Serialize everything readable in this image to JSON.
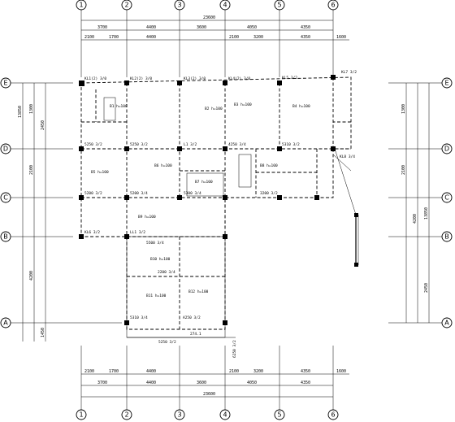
{
  "drawing": {
    "axes_h": [
      "1",
      "2",
      "3",
      "4",
      "5",
      "6"
    ],
    "axes_v": [
      "E",
      "D",
      "C",
      "B",
      "A"
    ],
    "dims_top_total": "23600",
    "dims_top_row1": [
      "3700",
      "4400",
      "3600",
      "4050",
      "4350"
    ],
    "dims_top_row2": [
      "2100",
      "1700",
      "4400",
      "2100",
      "3200",
      "4350",
      "1600"
    ],
    "dims_bot_total": "23600",
    "dims_bot_row1": [
      "3700",
      "4400",
      "3600",
      "4050",
      "4350"
    ],
    "dims_bot_row2": [
      "2100",
      "1700",
      "4400",
      "2100",
      "3200",
      "4350",
      "1600"
    ],
    "dims_left": [
      "1300",
      "2100",
      "4200",
      "2450",
      "1450"
    ],
    "dims_left_total": "13850",
    "dims_right": [
      "1300",
      "2100",
      "4200",
      "2450"
    ],
    "dims_right_total": "13850",
    "beam_labels": [
      "KL1(2) 3/0",
      "KL2(2) 3/0",
      "KL3(2) 3/0",
      "KL4(2) 3/0",
      "KL5 3/2",
      "5250 3/2",
      "5250 3/2",
      "L1 3/2",
      "4250 3/4",
      "5310 3/2",
      "5200 3/2",
      "5200 3/4",
      "5300 3/4",
      "3200 3/2",
      "KL6 3/2",
      "LL1 3/2",
      "5500 3/4",
      "2200 3/4",
      "5310 3/4",
      "A250 3/2",
      "5250 3/2",
      "274.1",
      "KL7 3/2",
      "KL8 3/4",
      "6250 3/2"
    ],
    "slab_labels": [
      "B1 h=100",
      "B2 h=100",
      "B3 h=100",
      "B4 h=100",
      "B5 h=100",
      "B6 h=100",
      "B7 h=100",
      "B8 h=100",
      "B9 h=100",
      "B10 h=100",
      "B11 h=100",
      "B12 h=100"
    ]
  }
}
